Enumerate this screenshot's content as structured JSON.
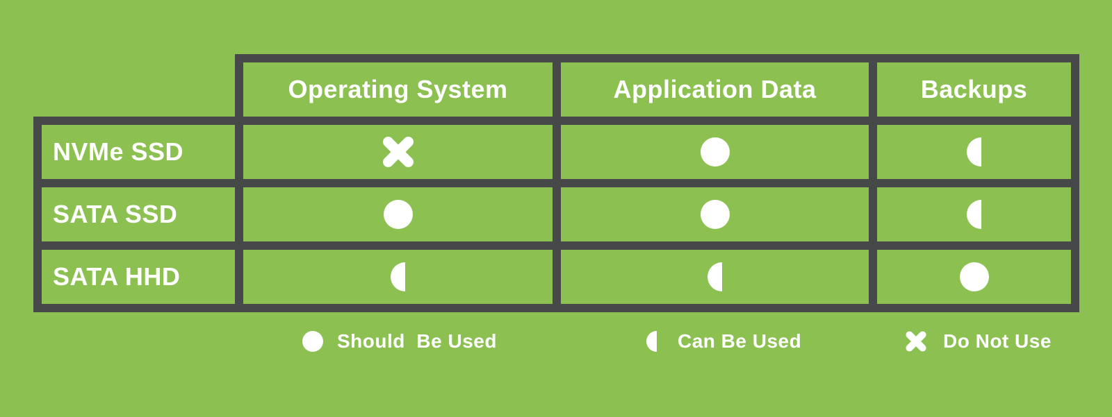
{
  "colors": {
    "background": "#8cc152",
    "grid": "#47484a",
    "content": "#ffffff"
  },
  "table": {
    "columns": [
      {
        "label": "Operating System"
      },
      {
        "label": "Application Data"
      },
      {
        "label": "Backups"
      }
    ],
    "rows": [
      {
        "label": "NVMe SSD",
        "cells": [
          "do-not-use",
          "should-be-used",
          "can-be-used"
        ]
      },
      {
        "label": "SATA SSD",
        "cells": [
          "should-be-used",
          "should-be-used",
          "can-be-used"
        ]
      },
      {
        "label": "SATA HHD",
        "cells": [
          "can-be-used",
          "can-be-used",
          "should-be-used"
        ]
      }
    ]
  },
  "legend": {
    "items": [
      {
        "icon": "should-be-used",
        "label": "Should  Be Used"
      },
      {
        "icon": "can-be-used",
        "label": "Can Be Used"
      },
      {
        "icon": "do-not-use",
        "label": "Do Not Use"
      }
    ]
  },
  "chart_data": {
    "type": "table",
    "title": "",
    "columns": [
      "Operating System",
      "Application Data",
      "Backups"
    ],
    "rows": [
      "NVMe SSD",
      "SATA SSD",
      "SATA HHD"
    ],
    "values": [
      [
        "Do Not Use",
        "Should Be Used",
        "Can Be Used"
      ],
      [
        "Should Be Used",
        "Should Be Used",
        "Can Be Used"
      ],
      [
        "Can Be Used",
        "Can Be Used",
        "Should Be Used"
      ]
    ],
    "legend_position": "bottom",
    "legend": [
      "Should Be Used",
      "Can Be Used",
      "Do Not Use"
    ]
  }
}
